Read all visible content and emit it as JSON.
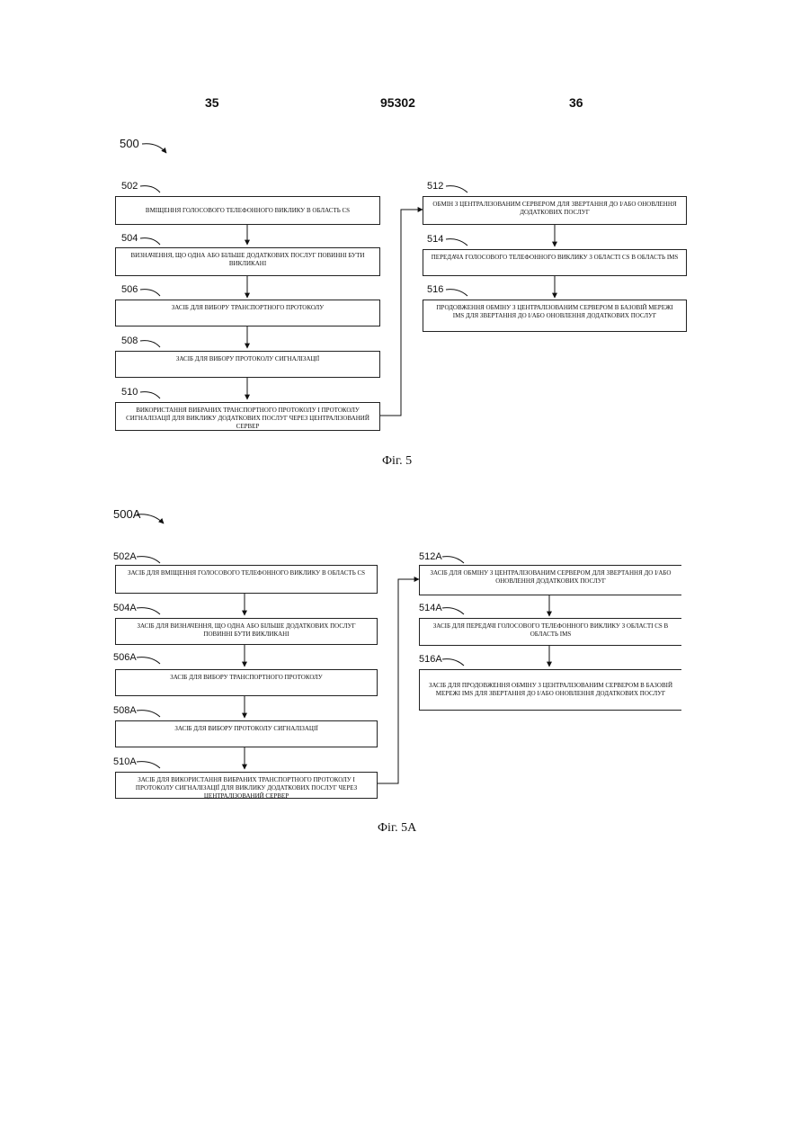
{
  "header": {
    "left_page": "35",
    "patent_number": "95302",
    "right_page": "36"
  },
  "fig5": {
    "id": "500",
    "caption": "Фіг. 5",
    "steps": [
      {
        "id": "502",
        "text": "вміщення голосового телефонного виклику в область CS"
      },
      {
        "id": "504",
        "text": "визначення, що одна або більше додаткових послуг повинні бути викликані"
      },
      {
        "id": "506",
        "text": "засіб для вибору транспортного протоколу"
      },
      {
        "id": "508",
        "text": "засіб для вибору протоколу сигналізації"
      },
      {
        "id": "510",
        "text": "використання вибраних транспортного протоколу і протоколу сигналізації для виклику додаткових послуг через централізований сервер"
      },
      {
        "id": "512",
        "text": "обмін з централізованим сервером для звертання до і/або оновлення додаткових послуг"
      },
      {
        "id": "514",
        "text": "передача голосового телефонного виклику з області CS в область IMS"
      },
      {
        "id": "516",
        "text": "продовження обміну з централізованим сервером в базовій мережі IMS для звертання до і/або оновлення додаткових послуг"
      }
    ]
  },
  "fig5a": {
    "id": "500A",
    "caption": "Фіг. 5А",
    "steps": [
      {
        "id": "502A",
        "text": "засіб для вміщення голосового телефонного виклику в область CS"
      },
      {
        "id": "504A",
        "text": "засіб для визначення, що одна або більше додаткових послуг повинні бути викликані"
      },
      {
        "id": "506A",
        "text": "засіб для вибору транспортного протоколу"
      },
      {
        "id": "508A",
        "text": "засіб для вибору протоколу сигналізації"
      },
      {
        "id": "510A",
        "text": "засіб для використання вибраних транспортного протоколу і протоколу сигналізації для виклику додаткових послуг через централізований сервер"
      },
      {
        "id": "512A",
        "text": "засіб для обміну з централізованим сервером для звертання до і/або оновлення додаткових послуг"
      },
      {
        "id": "514A",
        "text": "засіб для передачі голосового телефонного виклику з області CS в область IMS"
      },
      {
        "id": "516A",
        "text": "засіб для продовження обміну з централізованим сервером в базовій мережі IMS для звертання до і/або оновлення додаткових послуг"
      }
    ]
  }
}
